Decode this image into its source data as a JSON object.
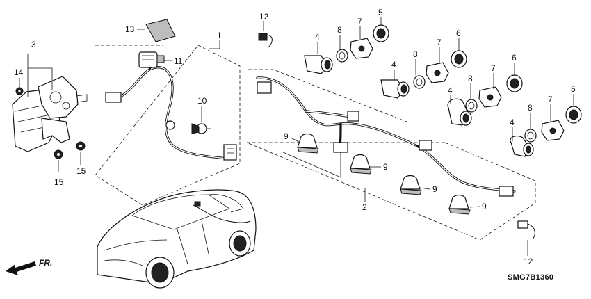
{
  "diagram": {
    "reference_code": "SMG7B1360",
    "direction_label": "FR.",
    "callouts": [
      "1",
      "2",
      "3",
      "4",
      "4",
      "4",
      "4",
      "5",
      "5",
      "6",
      "6",
      "7",
      "7",
      "7",
      "7",
      "8",
      "8",
      "8",
      "8",
      "9",
      "9",
      "9",
      "9",
      "10",
      "11",
      "12",
      "12",
      "13",
      "14",
      "15",
      "15"
    ]
  }
}
